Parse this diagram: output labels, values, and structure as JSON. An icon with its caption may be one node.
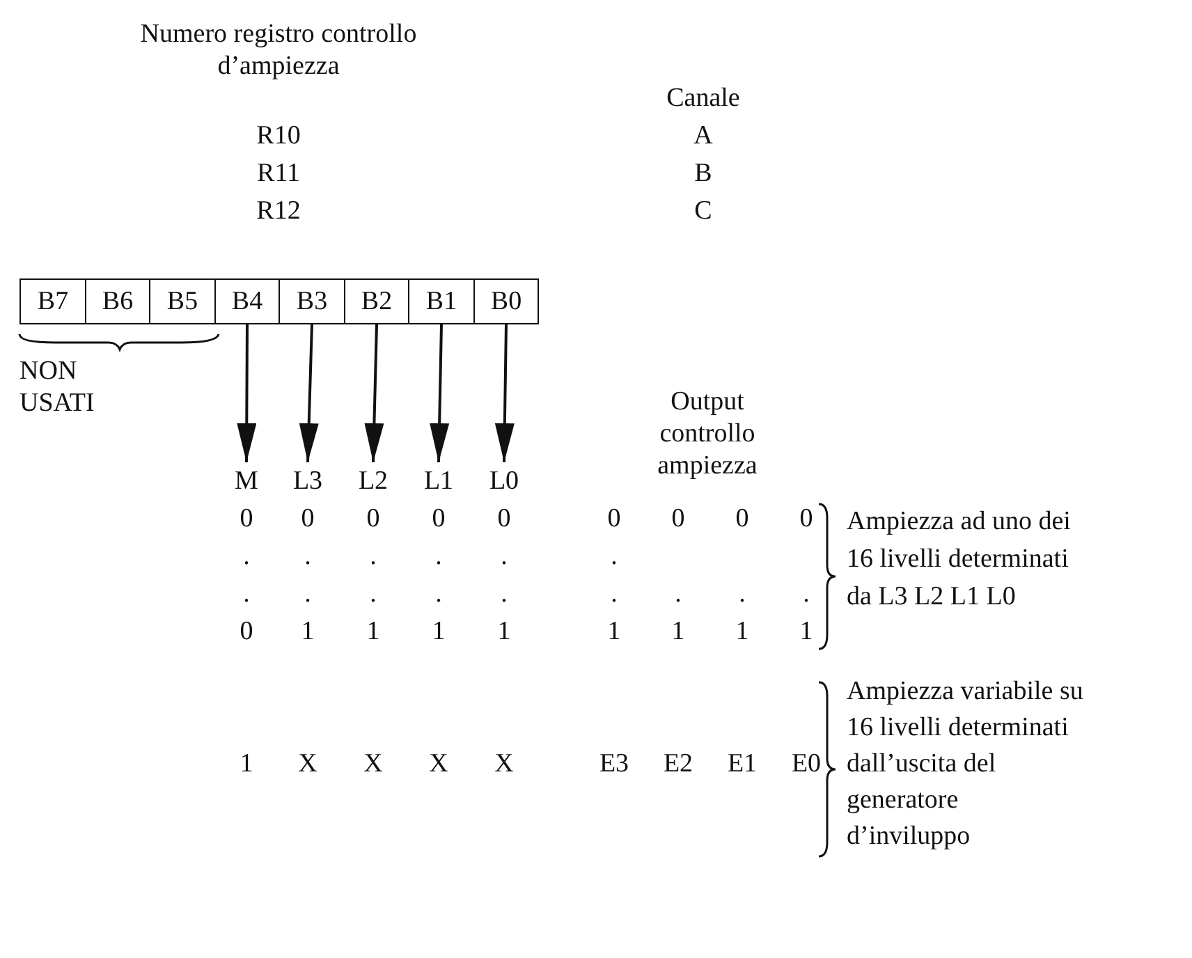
{
  "diagram": {
    "nodes": [
      {
        "text": [
          "B7"
        ]
      },
      {
        "text": [
          "B6"
        ]
      },
      {
        "text": [
          "B5"
        ]
      },
      {
        "text": [
          "B4"
        ]
      },
      {
        "text": [
          "B3"
        ]
      },
      {
        "text": [
          "B2"
        ]
      },
      {
        "text": [
          "B1"
        ]
      },
      {
        "text": [
          "B0"
        ]
      },
      {
        "text": [
          "M"
        ]
      },
      {
        "text": [
          "L3"
        ]
      },
      {
        "text": [
          "L2"
        ]
      },
      {
        "text": [
          "L1"
        ]
      },
      {
        "text": [
          "L0"
        ]
      }
    ],
    "edges": [
      {
        "from": 3,
        "to": 8,
        "arrow": "to"
      },
      {
        "from": 4,
        "to": 9,
        "arrow": "to"
      },
      {
        "from": 5,
        "to": 10,
        "arrow": "to"
      },
      {
        "from": 6,
        "to": 11,
        "arrow": "to"
      },
      {
        "from": 7,
        "to": 12,
        "arrow": "to"
      }
    ],
    "labels": [
      "Numero registro controllo d’ampiezza",
      "Canale",
      "R10",
      "A",
      "R11",
      "B",
      "R12",
      "C",
      "NON USATI",
      "Output controllo ampiezza",
      "0",
      "0",
      "0",
      "0",
      "0",
      "0",
      "0",
      "0",
      "0",
      "Ampiezza ad uno dei 16 livelli determinati da L3 L2 L1 L0",
      ".",
      ".",
      ".",
      ".",
      ".",
      ".",
      ".",
      ".",
      ".",
      ".",
      ".",
      ".",
      ".",
      ".",
      ".",
      "0",
      "1",
      "1",
      "1",
      "1",
      "1",
      "1",
      "1",
      "1",
      "1",
      "X",
      "X",
      "X",
      "X",
      "E3",
      "E2",
      "E1",
      "E0",
      "Ampiezza variabile su 16 livelli determinati dall’uscita del generatore d’inviluppo"
    ]
  }
}
